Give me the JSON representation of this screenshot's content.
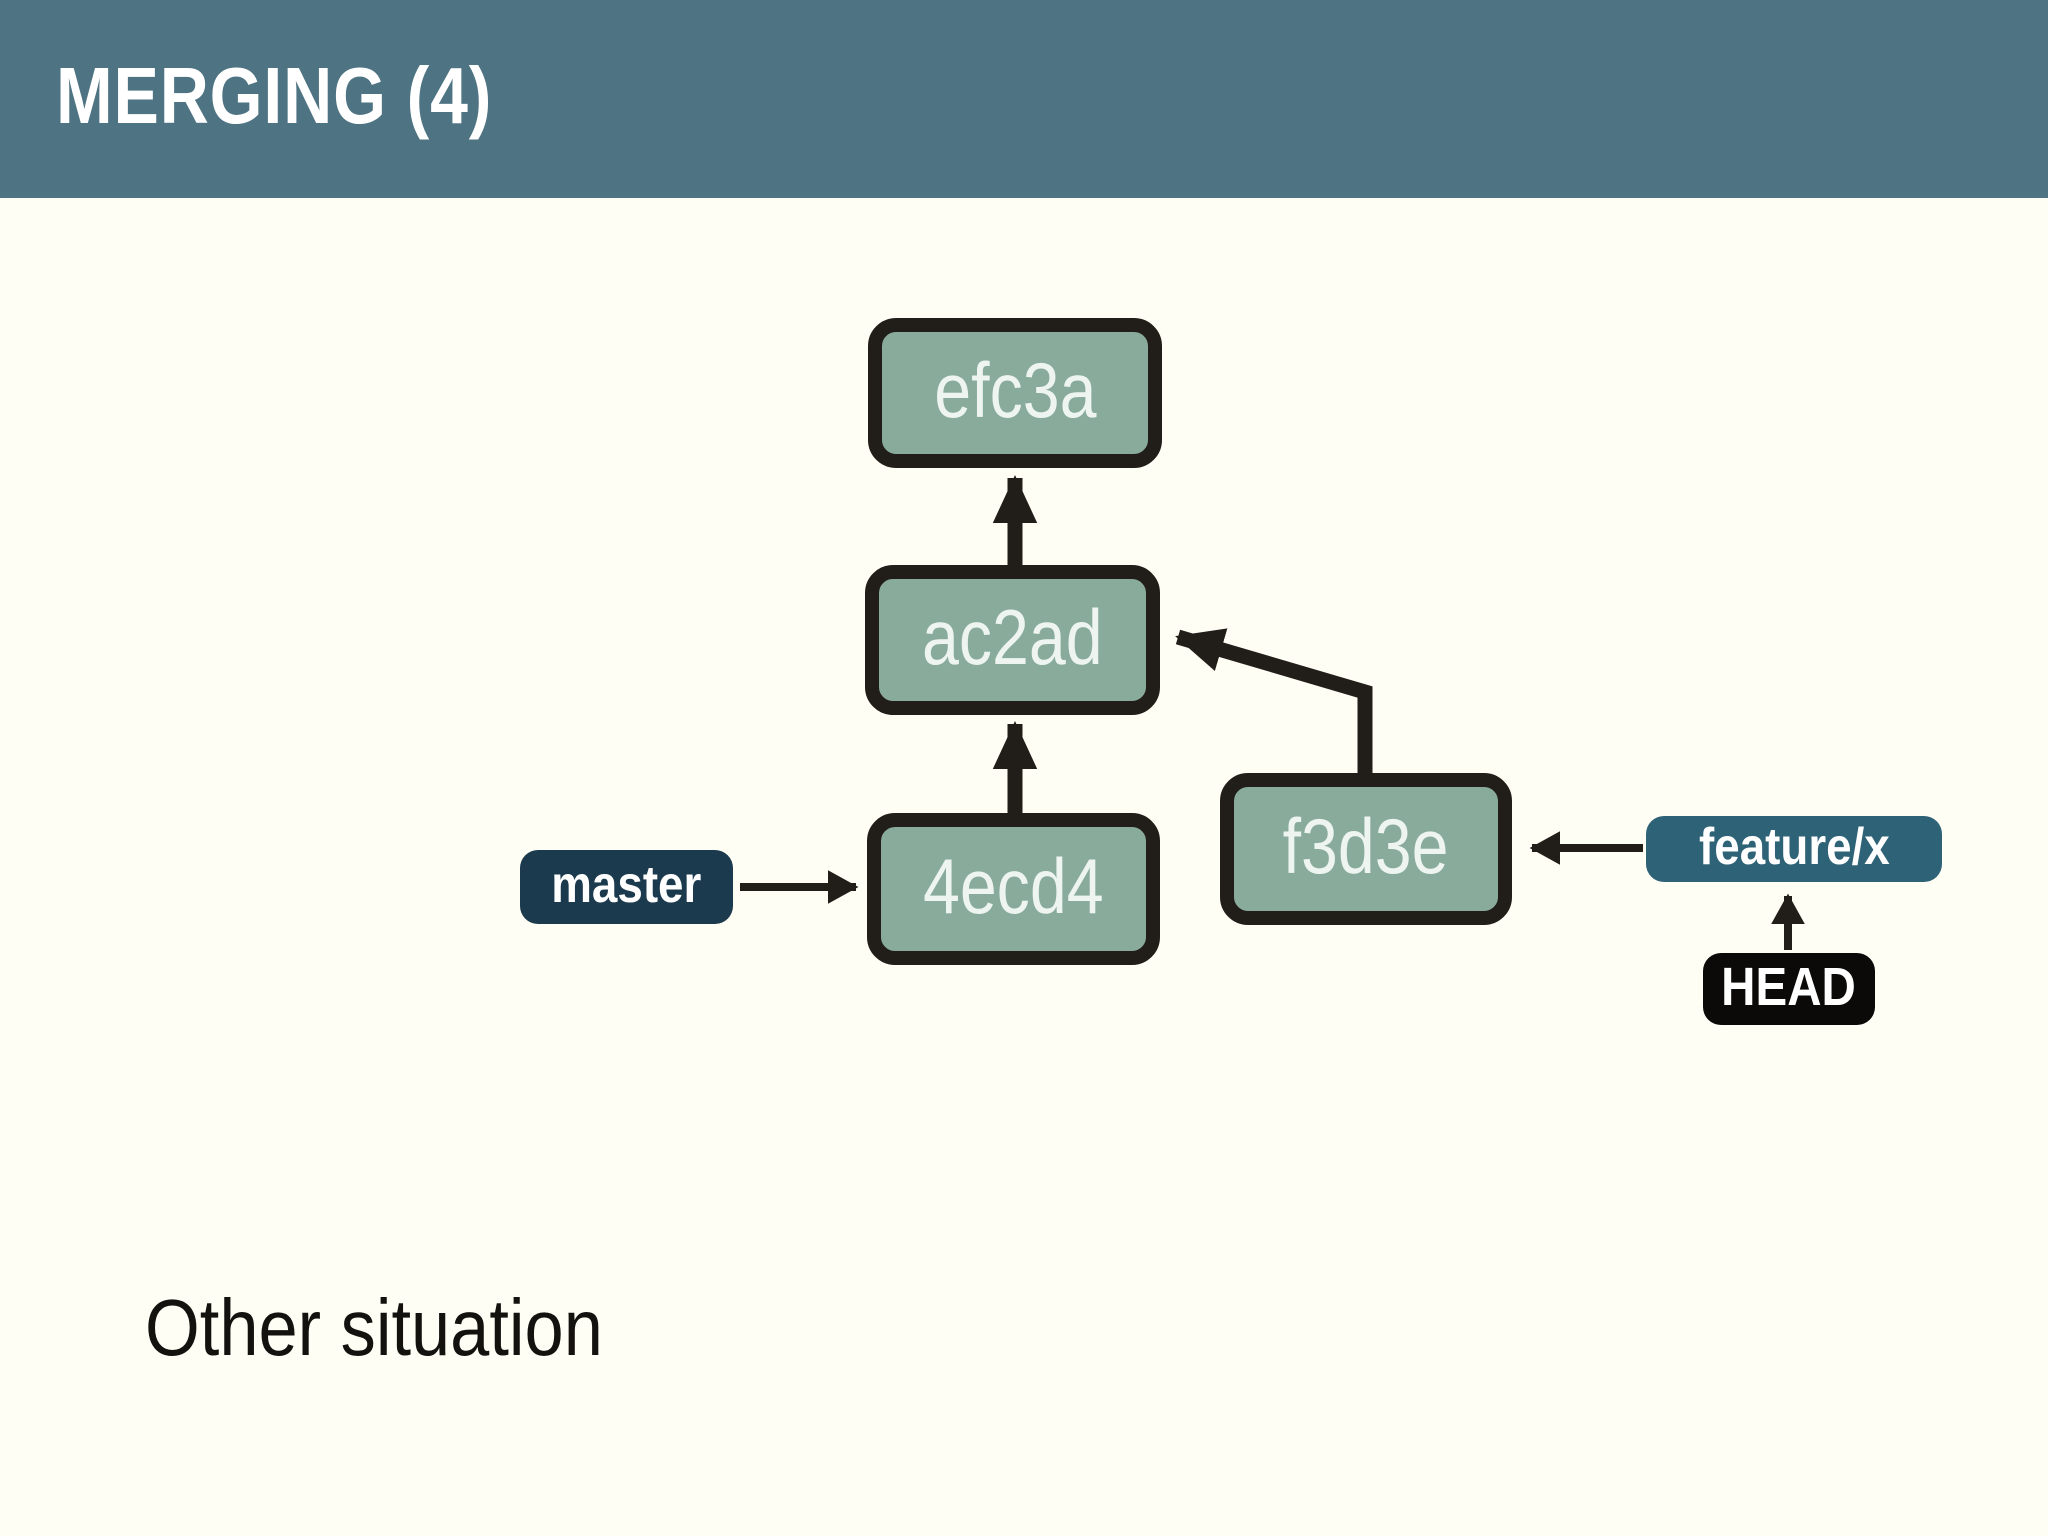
{
  "header": {
    "title": "MERGING (4)"
  },
  "caption": "Other situation",
  "diagram": {
    "commits": [
      {
        "id": "efc3a"
      },
      {
        "id": "ac2ad"
      },
      {
        "id": "4ecd4"
      },
      {
        "id": "f3d3e"
      }
    ],
    "branch_labels": [
      {
        "text": "master"
      },
      {
        "text": "feature/x"
      },
      {
        "text": "HEAD"
      }
    ],
    "edges": [
      {
        "from": "ac2ad",
        "to": "efc3a",
        "type": "parent"
      },
      {
        "from": "4ecd4",
        "to": "ac2ad",
        "type": "parent"
      },
      {
        "from": "f3d3e",
        "to": "ac2ad",
        "type": "parent"
      },
      {
        "from": "master",
        "to": "4ecd4",
        "type": "ref"
      },
      {
        "from": "feature/x",
        "to": "f3d3e",
        "type": "ref"
      },
      {
        "from": "HEAD",
        "to": "feature/x",
        "type": "ref"
      }
    ]
  },
  "colors": {
    "header_bg": "#4e7383",
    "slide_bg": "#fffef5",
    "commit_fill": "#89ab9c",
    "outline_black": "#211d18",
    "master_pill": "#1c3a4d",
    "feature_pill": "#2e6277",
    "head_pill": "#0b0a09",
    "text_light": "#ffffff"
  }
}
